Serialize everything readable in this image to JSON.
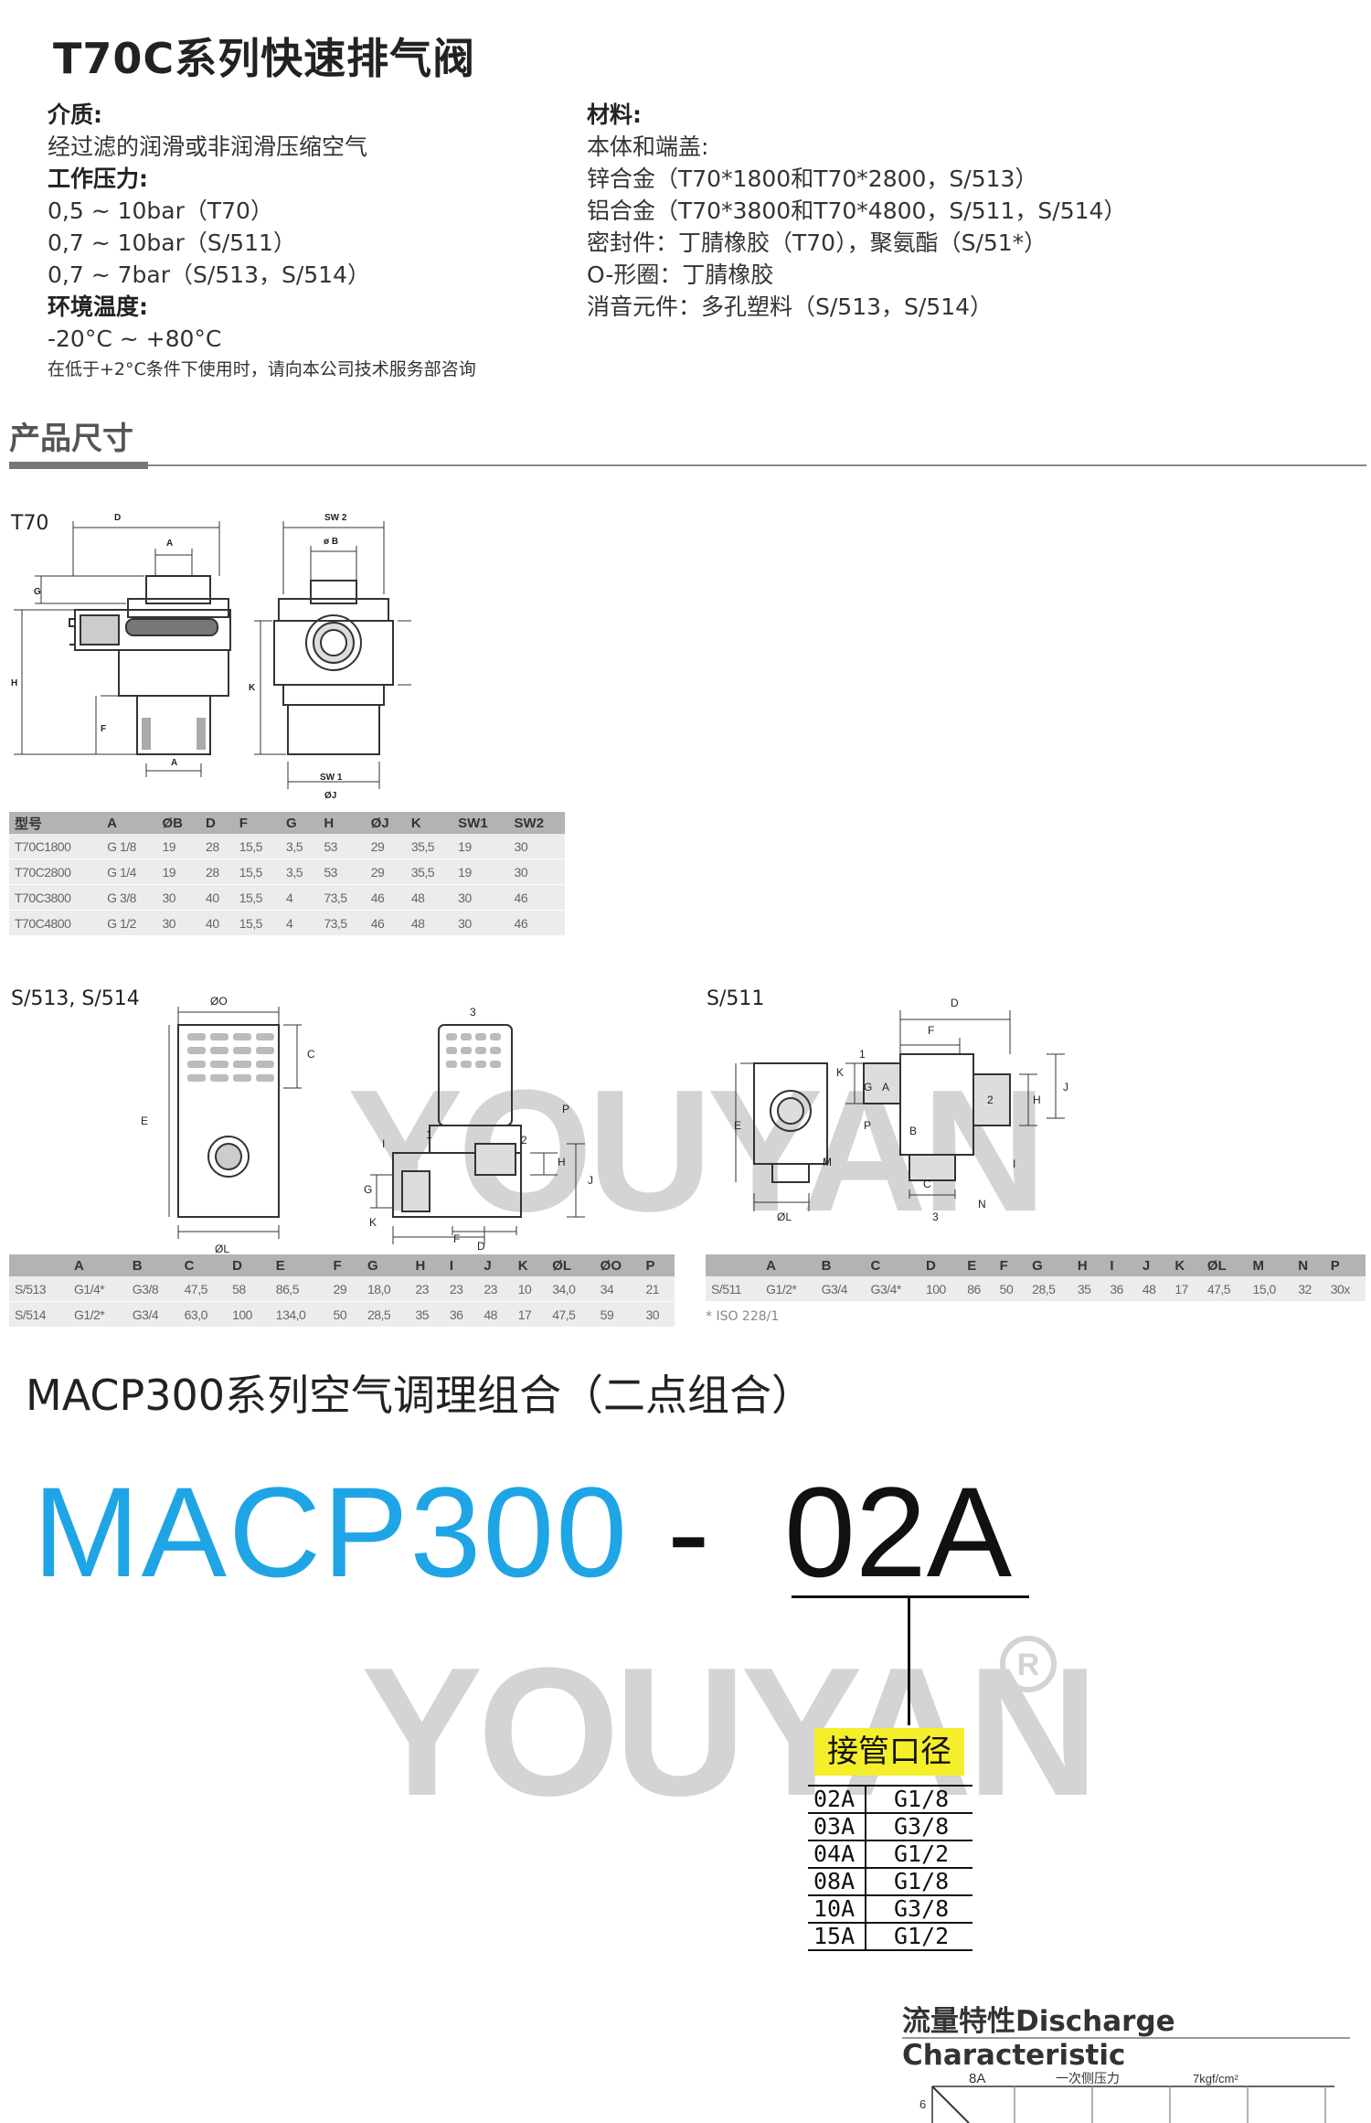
{
  "title": "T70C系列快速排气阀",
  "specs_left": {
    "medium_h": "介质:",
    "medium": "经过滤的润滑或非润滑压缩空气",
    "pressure_h": "工作压力:",
    "pressure_1": "0,5 ~ 10bar（T70）",
    "pressure_2": "0,7 ~ 10bar（S/511）",
    "pressure_3": "0,7 ~ 7bar（S/513，S/514）",
    "temp_h": "环境温度:",
    "temp": "-20°C ~ +80°C",
    "temp_note": "在低于+2°C条件下使用时，请向本公司技术服务部咨询"
  },
  "specs_right": {
    "material_h": "材料:",
    "body": "本体和端盖:",
    "zinc": "锌合金（T70*1800和T70*2800，S/513）",
    "alu": "铝合金（T70*3800和T70*4800，S/511，S/514）",
    "seal": "密封件：丁腈橡胶（T70），聚氨酯（S/51*）",
    "oring": "O-形圈：丁腈橡胶",
    "silencer": "消音元件：多孔塑料（S/513，S/514）"
  },
  "section_title": "产品尺寸",
  "diagram_labels": {
    "t70": "T70",
    "s513": "S/513, S/514",
    "s511": "S/511"
  },
  "t70_table": {
    "headers": [
      "型号",
      "A",
      "ØB",
      "D",
      "F",
      "G",
      "H",
      "ØJ",
      "K",
      "SW1",
      "SW2"
    ],
    "rows": [
      [
        "T70C1800",
        "G 1/8",
        "19",
        "28",
        "15,5",
        "3,5",
        "53",
        "29",
        "35,5",
        "19",
        "30"
      ],
      [
        "T70C2800",
        "G 1/4",
        "19",
        "28",
        "15,5",
        "3,5",
        "53",
        "29",
        "35,5",
        "19",
        "30"
      ],
      [
        "T70C3800",
        "G 3/8",
        "30",
        "40",
        "15,5",
        "4",
        "73,5",
        "46",
        "48",
        "30",
        "46"
      ],
      [
        "T70C4800",
        "G 1/2",
        "30",
        "40",
        "15,5",
        "4",
        "73,5",
        "46",
        "48",
        "30",
        "46"
      ]
    ]
  },
  "s513_table": {
    "headers": [
      "",
      "A",
      "B",
      "C",
      "D",
      "E",
      "F",
      "G",
      "H",
      "I",
      "J",
      "K",
      "ØL",
      "ØO",
      "P"
    ],
    "rows": [
      [
        "S/513",
        "G1/4*",
        "G3/8",
        "47,5",
        "58",
        "86,5",
        "29",
        "18,0",
        "23",
        "23",
        "23",
        "10",
        "34,0",
        "34",
        "21"
      ],
      [
        "S/514",
        "G1/2*",
        "G3/4",
        "63,0",
        "100",
        "134,0",
        "50",
        "28,5",
        "35",
        "36",
        "48",
        "17",
        "47,5",
        "59",
        "30"
      ]
    ]
  },
  "s511_table": {
    "headers": [
      "",
      "A",
      "B",
      "C",
      "D",
      "E",
      "F",
      "G",
      "H",
      "I",
      "J",
      "K",
      "ØL",
      "M",
      "N",
      "P"
    ],
    "rows": [
      [
        "S/511",
        "G1/2*",
        "G3/4",
        "G3/4*",
        "100",
        "86",
        "50",
        "28,5",
        "35",
        "36",
        "48",
        "17",
        "47,5",
        "15,0",
        "32",
        "30x"
      ]
    ],
    "note": "* ISO 228/1"
  },
  "macp": {
    "subtitle": "MACP300系列空气调理组合（二点组合）",
    "model": "MACP300",
    "dash": "-",
    "code": "02A",
    "pipe_label": "接管口径",
    "pipe_rows": [
      [
        "02A",
        "G1/8"
      ],
      [
        "03A",
        "G3/8"
      ],
      [
        "04A",
        "G1/2"
      ],
      [
        "08A",
        "G1/8"
      ],
      [
        "10A",
        "G3/8"
      ],
      [
        "15A",
        "G1/2"
      ]
    ]
  },
  "watermark": "YOUYAN",
  "discharge": {
    "title": "流量特性Discharge Characteristic",
    "label_8a": "8A",
    "label_pressure": "一次侧压力",
    "label_unit": "7kgf/cm²",
    "tick_6": "6"
  },
  "colors": {
    "macp_blue": "#1fa5e6",
    "highlight_yellow": "#f5ee2a",
    "table_header_gray": "#b3b3b3"
  }
}
